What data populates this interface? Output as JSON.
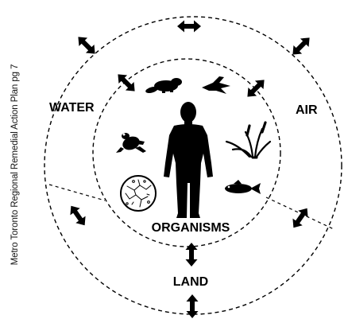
{
  "side_caption": "Metro Toronto Regional Remedial Action Plan  pg 7",
  "labels": {
    "water": "WATER",
    "air": "AIR",
    "land": "LAND",
    "organisms": "ORGANISMS"
  },
  "icons": {
    "human": "human-figure-icon",
    "mammal": "beaver-icon",
    "bird": "bird-icon",
    "amphibian": "frog-icon",
    "plant": "marsh-plant-icon",
    "fish": "fish-icon",
    "microorganism": "microorganism-icon",
    "arrow": "double-headed-arrow"
  },
  "colors": {
    "ink": "#000000",
    "background": "#ffffff"
  }
}
